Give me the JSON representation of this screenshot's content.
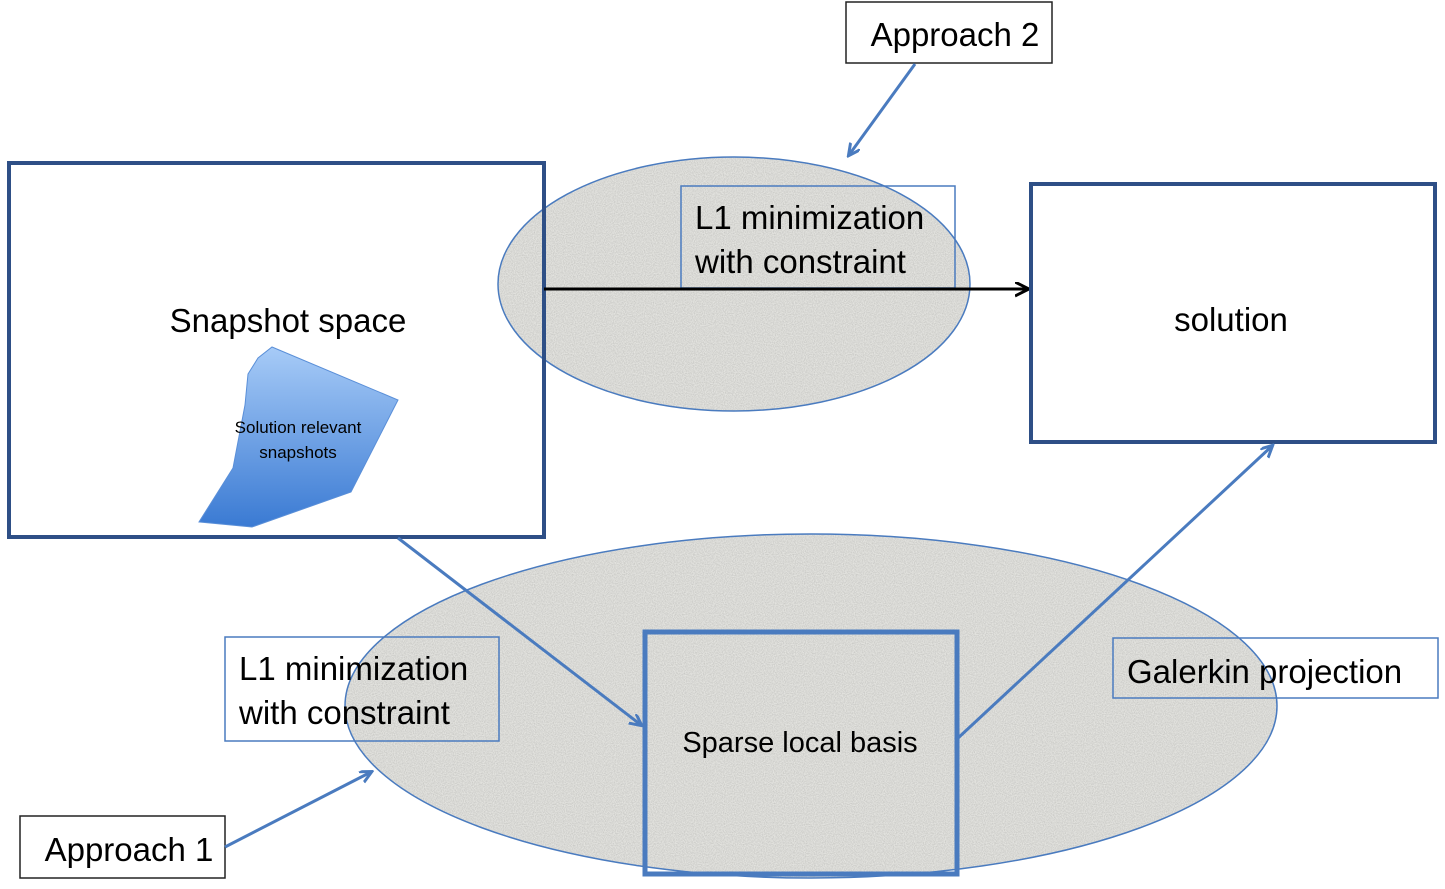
{
  "diagram": {
    "approach2_label": "Approach 2",
    "approach1_label": "Approach 1",
    "snapshot_space_label": "Snapshot space",
    "solution_relevant_label_line1": "Solution relevant",
    "solution_relevant_label_line2": "snapshots",
    "top_l1_line1": "L1 minimization",
    "top_l1_line2": "with constraint",
    "solution_label": "solution",
    "bottom_l1_line1": "L1 minimization",
    "bottom_l1_line2": "with constraint",
    "sparse_basis_label": "Sparse local basis",
    "galerkin_label": "Galerkin projection"
  },
  "colors": {
    "box_border": "#2e4f86",
    "arrow_blue": "#4a7bbf",
    "ellipse_border": "#4a7bbf",
    "ellipse_fill": "#e3e3df",
    "polygon_light": "#9dc3f5",
    "polygon_dark": "#3d7fd6",
    "text": "#000000"
  }
}
